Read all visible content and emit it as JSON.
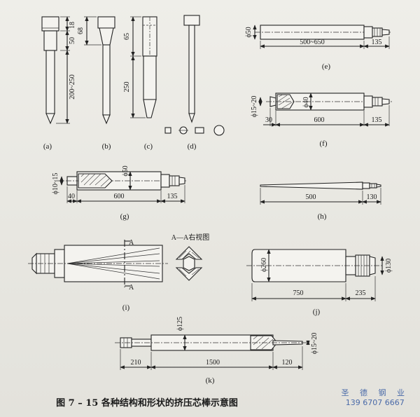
{
  "figure": {
    "caption": "图 7 – 15   各种结构和形状的挤压芯棒示意图",
    "watermark_name": "圣 德 钢 业",
    "watermark_phone": "139 6707 6667"
  },
  "panel_labels": {
    "a": "(a)",
    "b": "(b)",
    "c": "(c)",
    "d": "(d)",
    "e": "(e)",
    "f": "(f)",
    "g": "(g)",
    "h": "(h)",
    "i": "(i)",
    "j": "(j)",
    "k": "(k)"
  },
  "dims": {
    "a_18": "18",
    "a_50": "50",
    "a_200_250": "200~250",
    "b_68": "68",
    "c_65": "65",
    "c_250": "250",
    "e_dia": "ϕ50",
    "e_len": "500~650",
    "e_135": "135",
    "f_dia_small": "ϕ15~20",
    "f_dia40": "ϕ40",
    "f_30": "30",
    "f_600": "600",
    "f_135": "135",
    "g_dia_small": "ϕ10~15",
    "g_dia50": "ϕ50",
    "g_40": "40",
    "g_600": "600",
    "g_135": "135",
    "h_500": "500",
    "h_130": "130",
    "i_section_title": "A—A右视图",
    "i_A_top": "A",
    "i_A_bottom": "A",
    "j_dia260": "ϕ260",
    "j_dia130": "ϕ130",
    "j_750": "750",
    "j_235": "235",
    "k_dia125": "ϕ125",
    "k_dia_small": "ϕ15~20",
    "k_210": "210",
    "k_1500": "1500",
    "k_120": "120"
  }
}
